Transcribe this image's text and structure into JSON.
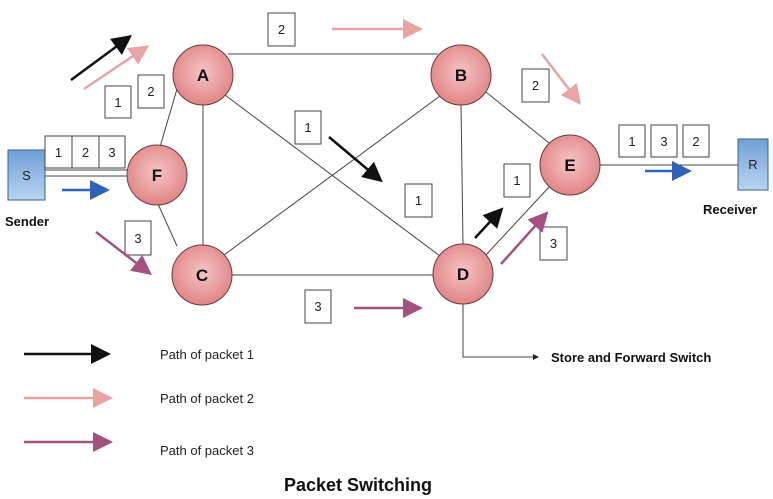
{
  "title": "Packet Switching",
  "colors": {
    "packet1": "#111111",
    "packet2": "#e8a3a3",
    "packet3": "#a3527f",
    "flow": "#2f62b8",
    "node_fill": "#e99496",
    "node_stroke": "#6b3a3a",
    "host_fill": "#8fb7e0",
    "link": "#444444"
  },
  "nodes": [
    {
      "id": "A",
      "label": "A"
    },
    {
      "id": "B",
      "label": "B"
    },
    {
      "id": "C",
      "label": "C"
    },
    {
      "id": "D",
      "label": "D"
    },
    {
      "id": "E",
      "label": "E"
    },
    {
      "id": "F",
      "label": "F"
    }
  ],
  "hosts": {
    "sender": {
      "box_label": "S",
      "caption": "Sender"
    },
    "receiver": {
      "box_label": "R",
      "caption": "Receiver"
    }
  },
  "links": [
    [
      "S",
      "F"
    ],
    [
      "F",
      "A"
    ],
    [
      "F",
      "C"
    ],
    [
      "A",
      "B"
    ],
    [
      "A",
      "C"
    ],
    [
      "A",
      "D"
    ],
    [
      "C",
      "B"
    ],
    [
      "C",
      "D"
    ],
    [
      "B",
      "D"
    ],
    [
      "B",
      "E"
    ],
    [
      "D",
      "E"
    ],
    [
      "E",
      "R"
    ]
  ],
  "sender_queue": [
    "1",
    "2",
    "3"
  ],
  "receiver_queue": [
    "1",
    "3",
    "2"
  ],
  "packet_labels": {
    "near_A_1": "1",
    "near_A_2": "2",
    "top_AB": "2",
    "center_1a": "1",
    "center_1b": "1",
    "near_BE": "2",
    "near_FC": "3",
    "bottom_CD": "3",
    "near_DE_1": "1",
    "near_DE_3": "3"
  },
  "annotation": "Store and Forward Switch",
  "legend": [
    {
      "label": "Path of packet 1",
      "packet": "packet1"
    },
    {
      "label": "Path of packet  2",
      "packet": "packet2"
    },
    {
      "label": "Path of packet  3",
      "packet": "packet3"
    }
  ]
}
